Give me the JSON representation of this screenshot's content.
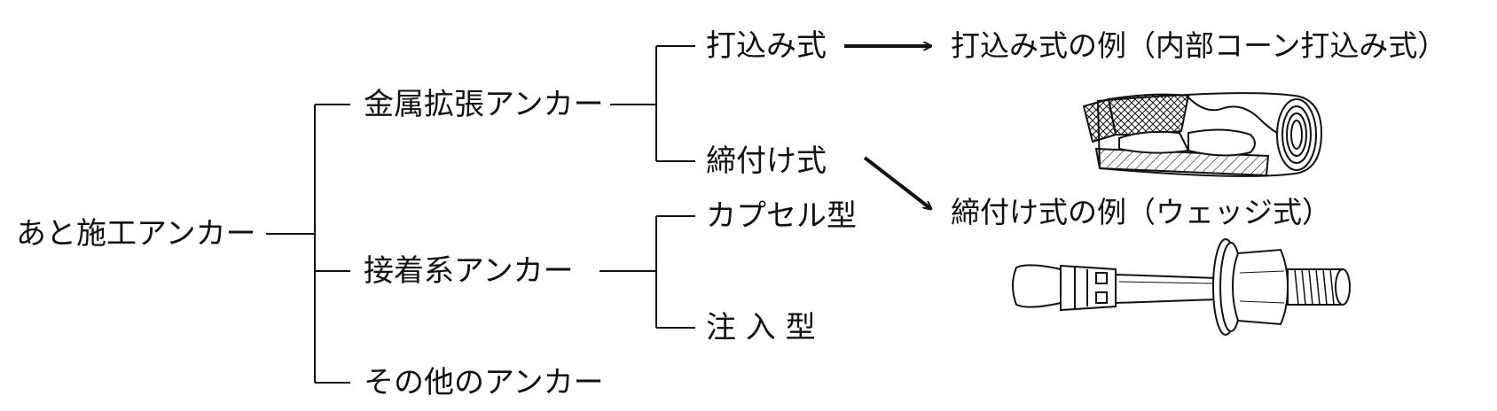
{
  "tree": {
    "root": "あと施工アンカー",
    "metal": "金属拡張アンカー",
    "adhesive": "接着系アンカー",
    "other": "その他のアンカー",
    "drive_in": "打込み式",
    "torque": "締付け式",
    "capsule": "カプセル型",
    "injection": "注 入 型"
  },
  "examples": {
    "drive_in_example": "打込み式の例（内部コーン打込み式）",
    "torque_example": "締付け式の例（ウェッジ式）"
  },
  "icons": {
    "internal_cone_anchor": "internal-cone-anchor-icon",
    "wedge_anchor": "wedge-anchor-icon"
  }
}
